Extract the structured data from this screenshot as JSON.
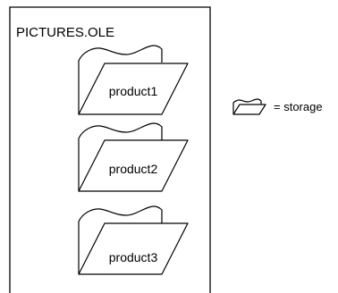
{
  "container": {
    "title": "PICTURES.OLE",
    "items": [
      {
        "label": "product1",
        "icon": "storage-folder-icon"
      },
      {
        "label": "product2",
        "icon": "storage-folder-icon"
      },
      {
        "label": "product3",
        "icon": "storage-folder-icon"
      }
    ]
  },
  "legend": {
    "icon": "storage-folder-icon",
    "text": "= storage"
  }
}
